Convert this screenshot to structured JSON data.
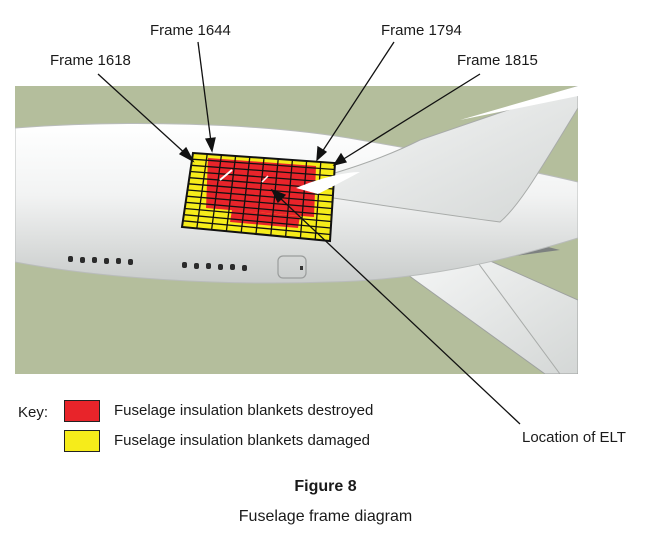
{
  "callouts": {
    "frame_1618": "Frame 1618",
    "frame_1644": "Frame 1644",
    "frame_1794": "Frame 1794",
    "frame_1815": "Frame 1815",
    "elt": "Location of ELT"
  },
  "key": {
    "heading": "Key:",
    "items": [
      {
        "label": "Fuselage insulation blankets destroyed",
        "color": "#e8242a"
      },
      {
        "label": "Fuselage insulation blankets damaged",
        "color": "#f6ec1a"
      }
    ]
  },
  "figure": {
    "number": "Figure 8",
    "caption": "Fuselage frame diagram"
  },
  "colors": {
    "background": "#b4be9c",
    "fuselage": "#f1f2f2",
    "destroyed": "#e8242a",
    "damaged": "#f6ec1a",
    "frame_lines": "#111111"
  }
}
